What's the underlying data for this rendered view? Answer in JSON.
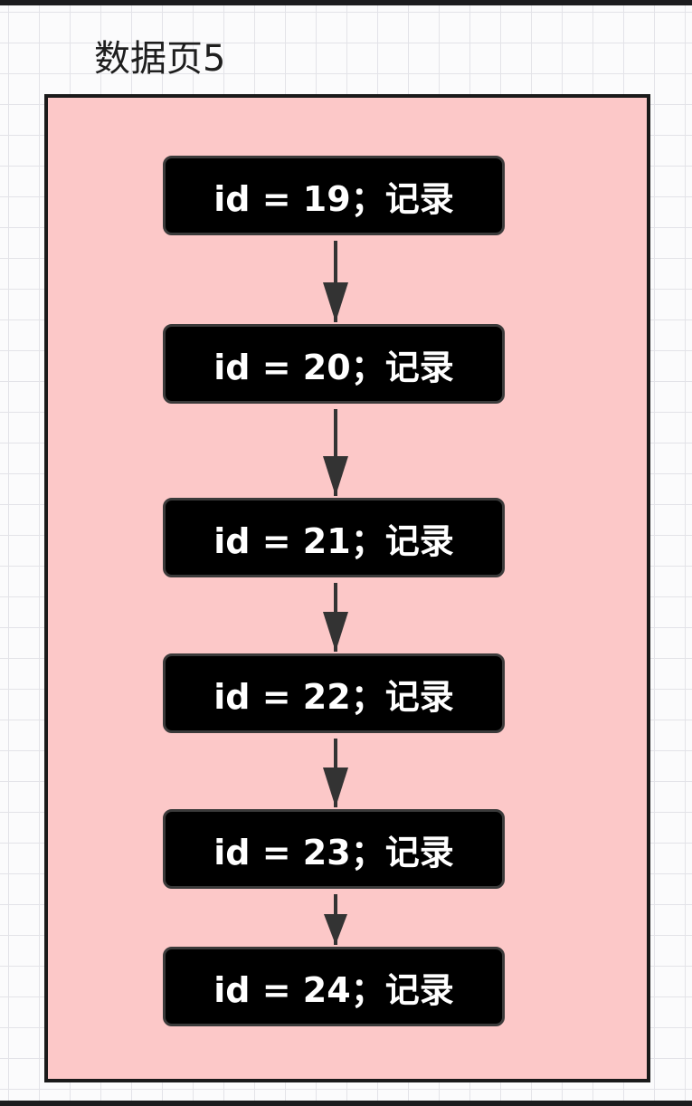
{
  "page": {
    "label": "数据页5"
  },
  "records": [
    {
      "text": "id = 19；记录"
    },
    {
      "text": "id = 20；记录"
    },
    {
      "text": "id = 21；记录"
    },
    {
      "text": "id = 22；记录"
    },
    {
      "text": "id = 23；记录"
    },
    {
      "text": "id = 24；记录"
    }
  ],
  "colors": {
    "page_fill": "#fcc8c8",
    "record_fill": "#000000",
    "arrow": "#333333"
  }
}
